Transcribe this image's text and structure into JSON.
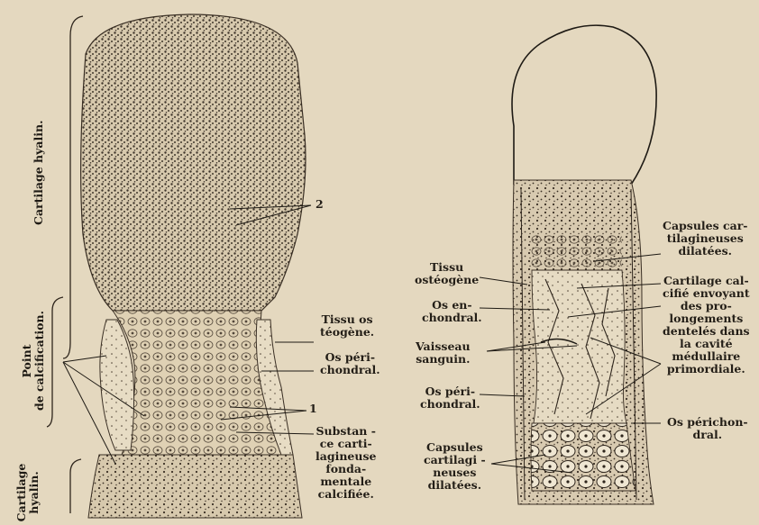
{
  "figure_left": {
    "labels": {
      "cartilage_hyalin_top": "Cartilage hyalin.",
      "point_calcification": "Point\nde calcification.",
      "cartilage_hyalin_bottom": "Cartilage\nhyalin.",
      "num_2": "2",
      "num_1": "1",
      "tissu_osteogene": "Tissu os\ntéogène.",
      "os_perichondral": "Os péri-\nchondral.",
      "substance": "Substan -\nce carti-\nlagineuse\nfonda-\nmentale\ncalcifiée."
    }
  },
  "figure_right": {
    "labels": {
      "tissu_osteogene": "Tissu\nostéogène",
      "os_enchondral": "Os en-\nchondral.",
      "vaisseau_sanguin": "Vaisseau\nsanguin.",
      "os_perichondral_left": "Os péri-\nchondral.",
      "capsules_bottom": "Capsules\ncartilagi -\nneuses\ndilatées.",
      "capsules_top": "Capsules car-\ntilagineuses\ndilatées.",
      "cartilage_calcifie": "Cartilage cal-\ncifié envoyant\ndes pro-\nlongements\ndentelés dans\nla cavité\nmédullaire\nprimordiale.",
      "os_perichondral_right": "Os périchon-\ndral."
    }
  }
}
